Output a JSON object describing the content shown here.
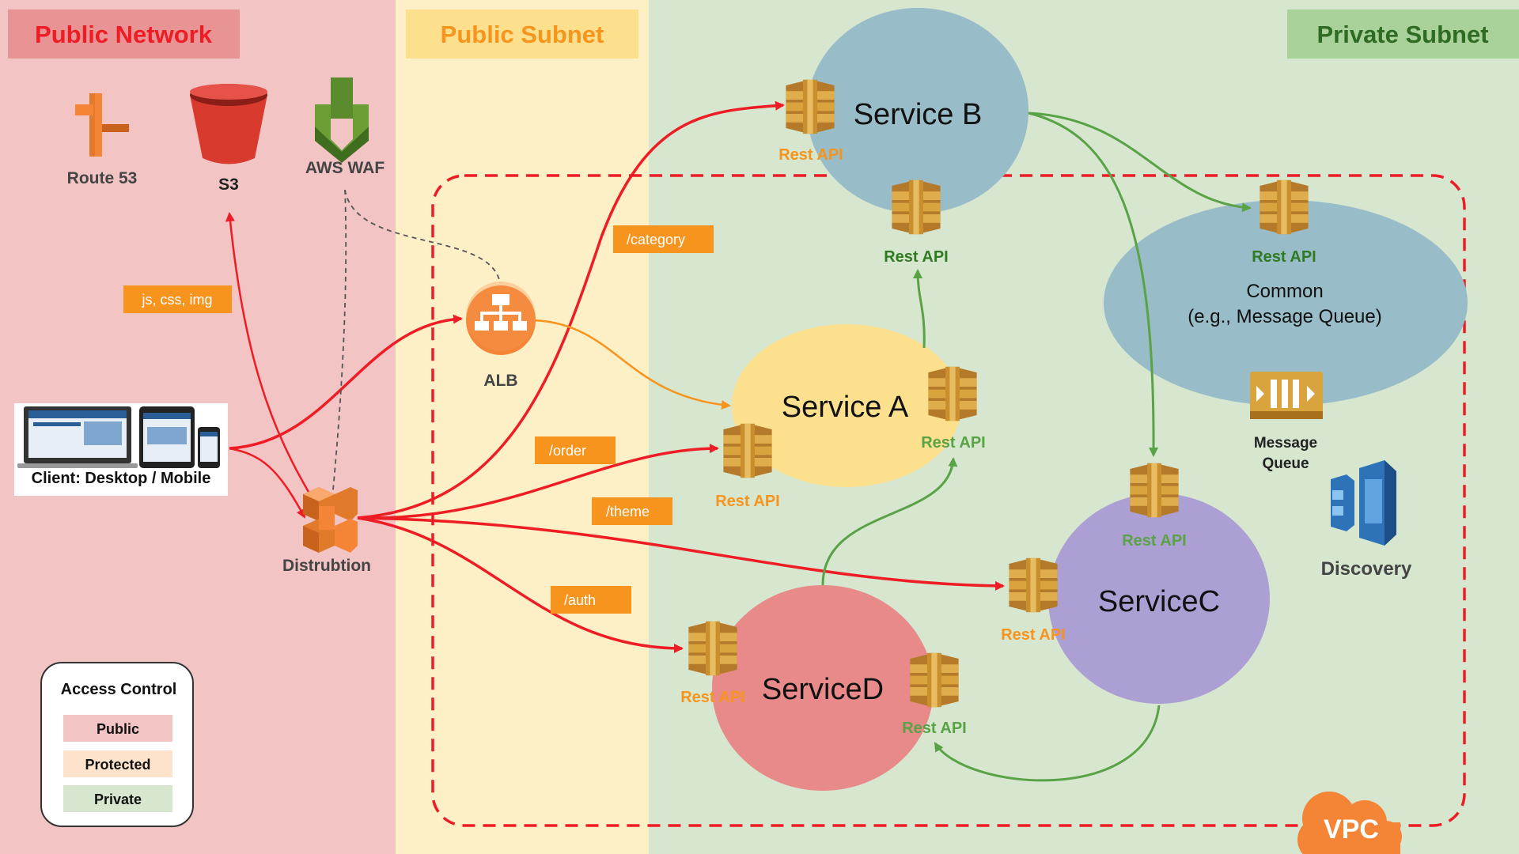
{
  "zones": {
    "public_network": "Public Network",
    "public_subnet": "Public Subnet",
    "private_subnet": "Private Subnet"
  },
  "icons": {
    "route53": "Route 53",
    "s3": "S3",
    "waf": "AWS WAF",
    "alb": "ALB",
    "client": "Client: Desktop / Mobile",
    "distribution": "Distrubtion",
    "message_queue_line1": "Message",
    "message_queue_line2": "Queue",
    "discovery": "Discovery",
    "vpc": "VPC"
  },
  "services": {
    "service_a": "Service A",
    "service_b": "Service B",
    "service_c": "ServiceC",
    "service_d": "ServiceD",
    "common_line1": "Common",
    "common_line2": "(e.g., Message Queue)"
  },
  "rest_api_label": "Rest API",
  "route_tags": {
    "assets": "js, css, img",
    "category": "/category",
    "order": "/order",
    "theme": "/theme",
    "auth": "/auth"
  },
  "legend": {
    "title": "Access Control",
    "public": "Public",
    "protected": "Protected",
    "private": "Private"
  },
  "colors": {
    "public_bg": "#f2c4c4",
    "protected_bg": "#fdefc6",
    "private_bg": "#d6e6cf",
    "public_header_text": "#ee1c24",
    "protected_header_text": "#f7941d",
    "private_header_text": "#3c7a2a",
    "red_edge": "#ee1c24",
    "orange_edge": "#f7941d",
    "green_edge": "#5aa246",
    "aws_orange": "#f58536",
    "api_gold": "#d9a43e"
  }
}
